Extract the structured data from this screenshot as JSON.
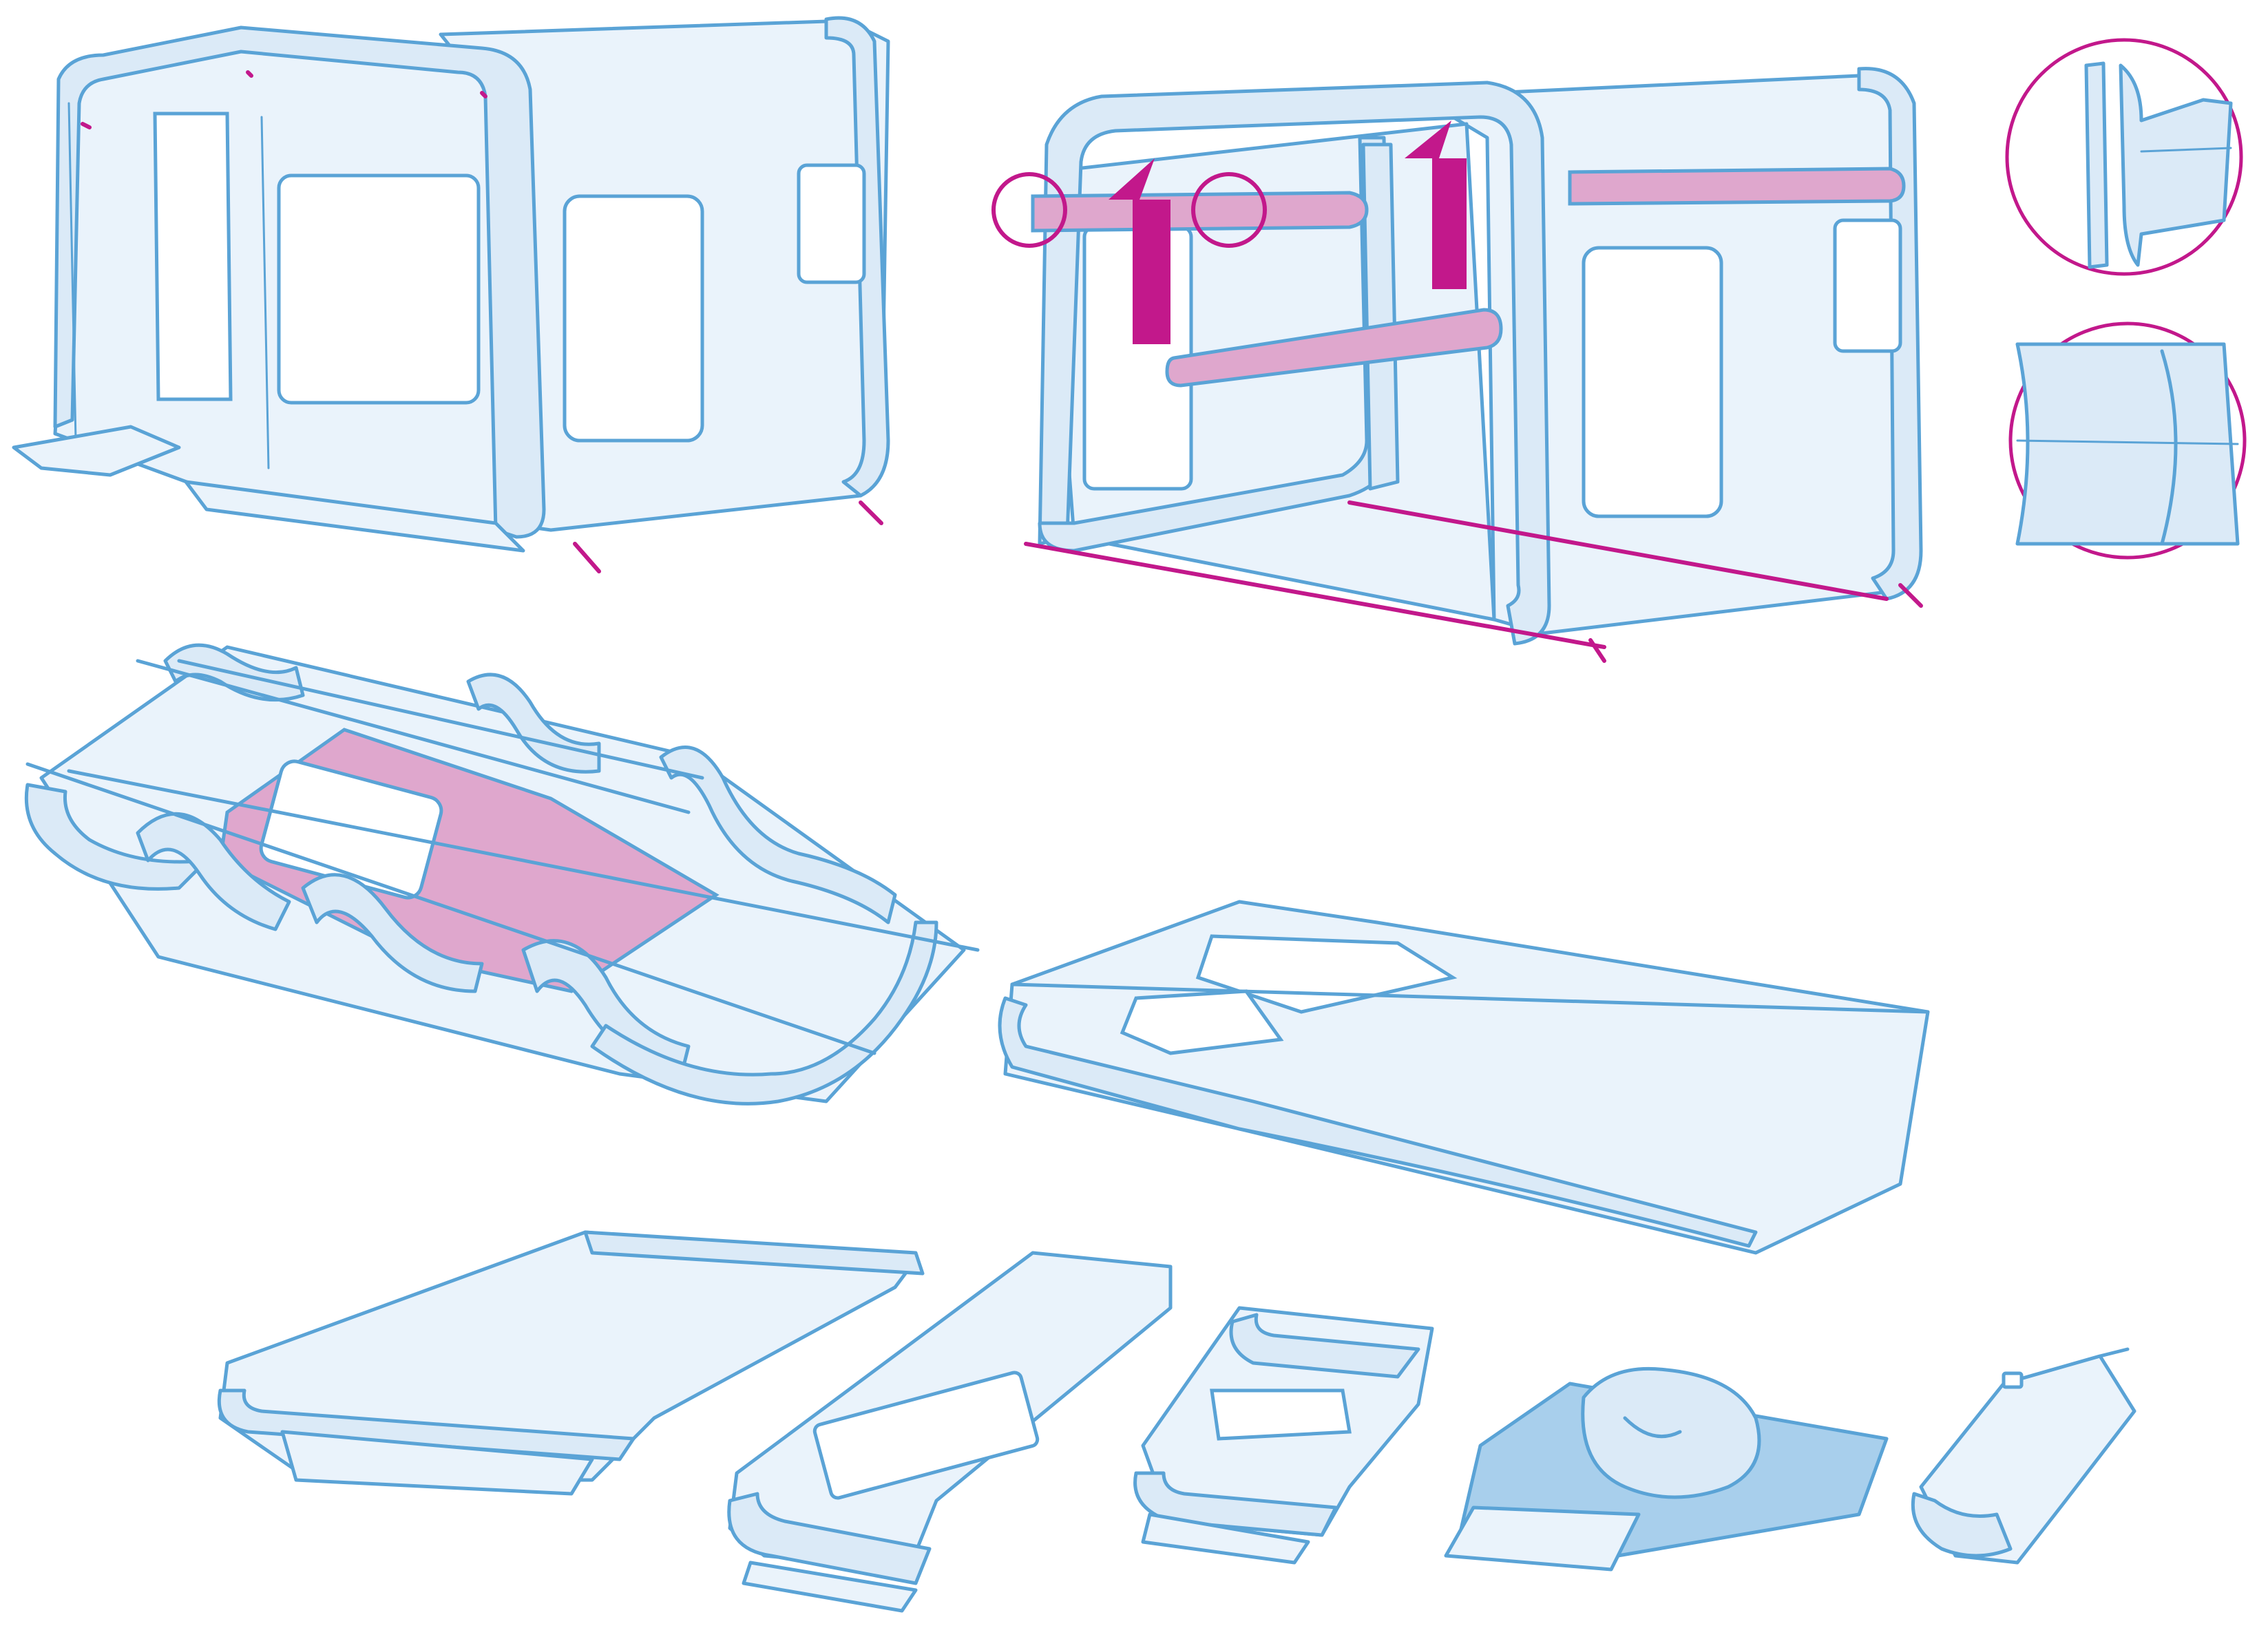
{
  "colors": {
    "stroke": "#5aa3d6",
    "tube": "#dbeaf7",
    "fabric": "#eaf3fb",
    "pink": "#dfa7cd",
    "magenta": "#c2188b",
    "deep": "#a8cfec"
  },
  "panels": [
    {
      "id": "assembled-tent"
    },
    {
      "id": "tent-frame-beam-insertion"
    },
    {
      "id": "detail-zip-connection"
    },
    {
      "id": "detail-tube-strap"
    },
    {
      "id": "deflated-tent-flattened"
    },
    {
      "id": "tent-folded-rectangle"
    },
    {
      "id": "tent-folded-in-half"
    },
    {
      "id": "tent-rolled-step-1"
    },
    {
      "id": "tent-rolled-step-2"
    },
    {
      "id": "tent-roll-wrapped"
    },
    {
      "id": "tent-packed-in-bag"
    }
  ]
}
